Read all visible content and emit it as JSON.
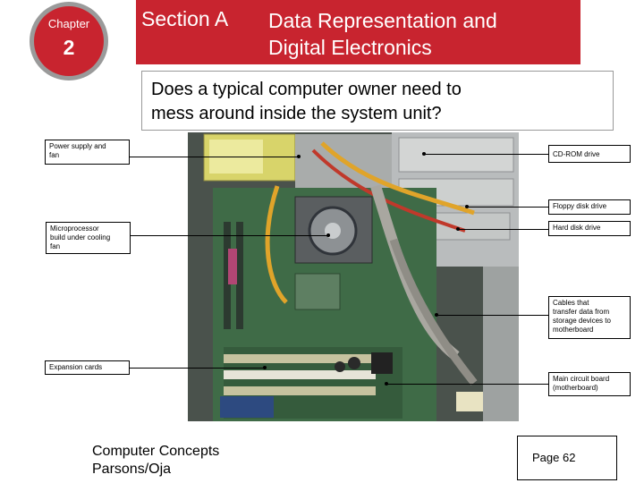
{
  "chapter": {
    "label": "Chapter",
    "number": "2"
  },
  "header": {
    "section": "Section A",
    "title_line1": "Data Representation and",
    "title_line2": "Digital Electronics"
  },
  "question": {
    "line1": "Does a typical computer owner need to",
    "line2": "mess around inside the system unit?"
  },
  "callouts": {
    "power_supply": {
      "line1": "Power supply and",
      "line2": "fan"
    },
    "microprocessor": {
      "line1": "Microprocessor",
      "line2": "build under cooling",
      "line3": "fan"
    },
    "expansion_cards": {
      "line1": "Expansion cards"
    },
    "cd_rom": {
      "line1": "CD-ROM drive"
    },
    "floppy": {
      "line1": "Floppy disk drive"
    },
    "hard_disk": {
      "line1": "Hard disk drive"
    },
    "cables": {
      "line1": "Cables that",
      "line2": "transfer data from",
      "line3": "storage devices to",
      "line4": "motherboard"
    },
    "main_board": {
      "line1": "Main circuit board",
      "line2": "(motherboard)"
    }
  },
  "footer": {
    "line1": "Computer Concepts",
    "line2": "Parsons/Oja",
    "page": "Page 62"
  },
  "colors": {
    "accent_red": "#c8242f",
    "badge_ring": "#9a9a9a",
    "box_border": "#9a9a9a"
  }
}
